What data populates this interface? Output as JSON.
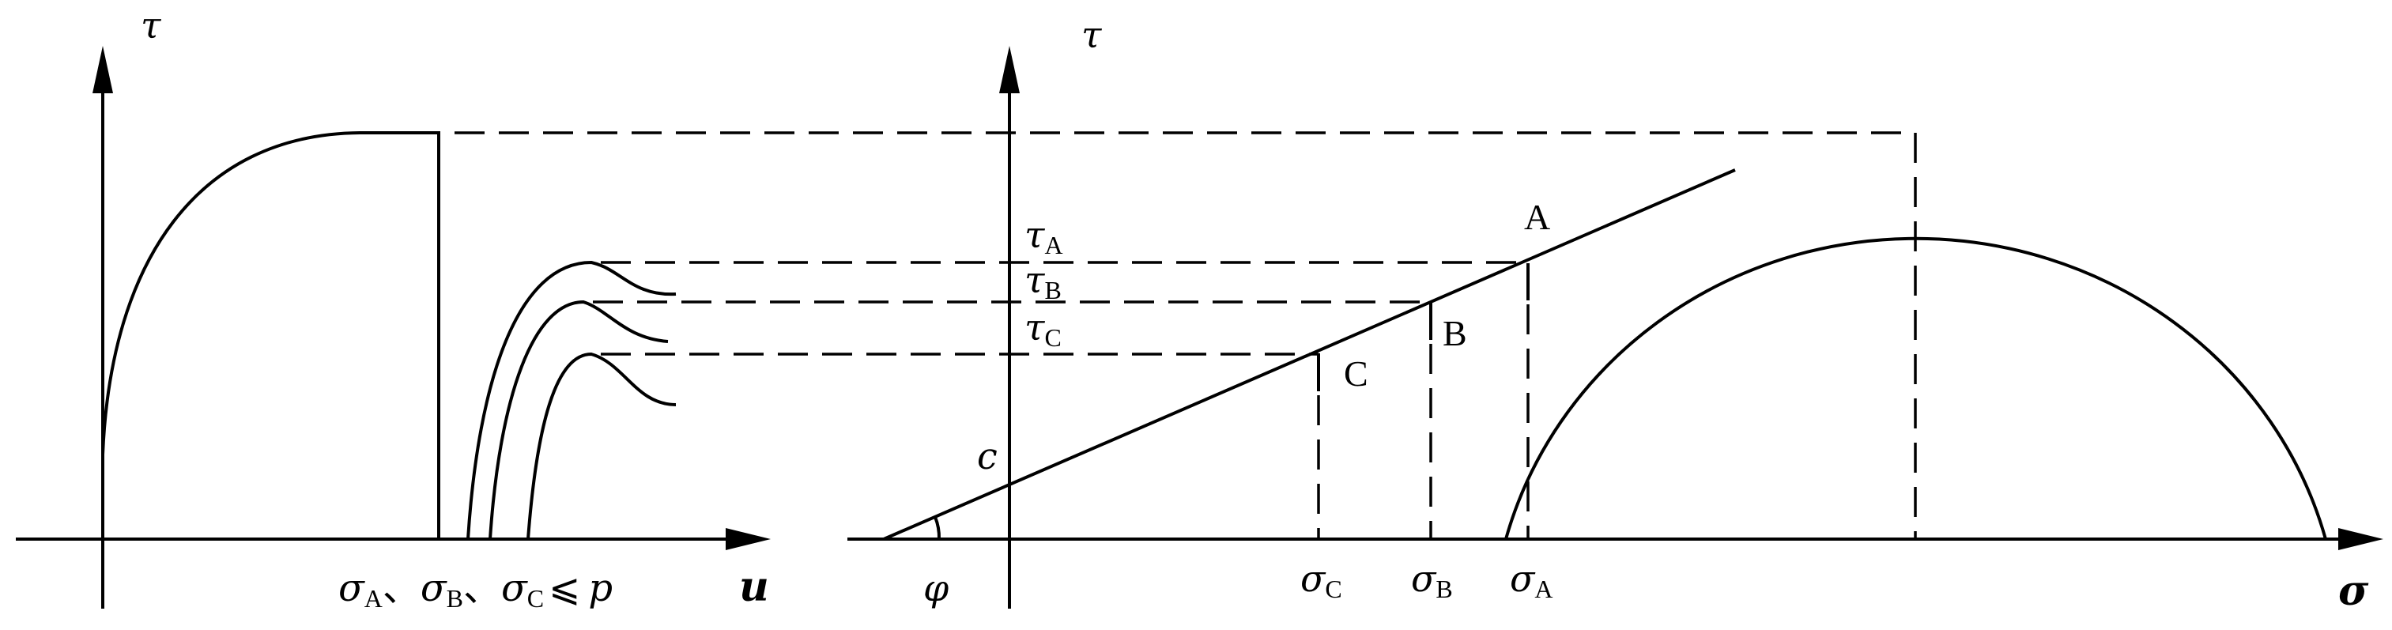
{
  "left_plot": {
    "y_axis_label": "τ",
    "x_axis_label": "u",
    "x_annotation": {
      "sigma": "σ",
      "sub_a": "A",
      "sep_1": "、",
      "sub_b": "B",
      "sep_2": "、",
      "sub_c": "C",
      "leq": "⩽",
      "p": "p"
    }
  },
  "right_plot": {
    "y_axis_label": "τ",
    "x_axis_label": "σ",
    "intercept_label": "c",
    "angle_label": "φ",
    "tau_labels": [
      {
        "sym": "τ",
        "sub": "A"
      },
      {
        "sym": "τ",
        "sub": "B"
      },
      {
        "sym": "τ",
        "sub": "C"
      }
    ],
    "sigma_labels": [
      {
        "sym": "σ",
        "sub": "C"
      },
      {
        "sym": "σ",
        "sub": "B"
      },
      {
        "sym": "σ",
        "sub": "A"
      }
    ],
    "point_labels": [
      "A",
      "B",
      "C"
    ]
  }
}
